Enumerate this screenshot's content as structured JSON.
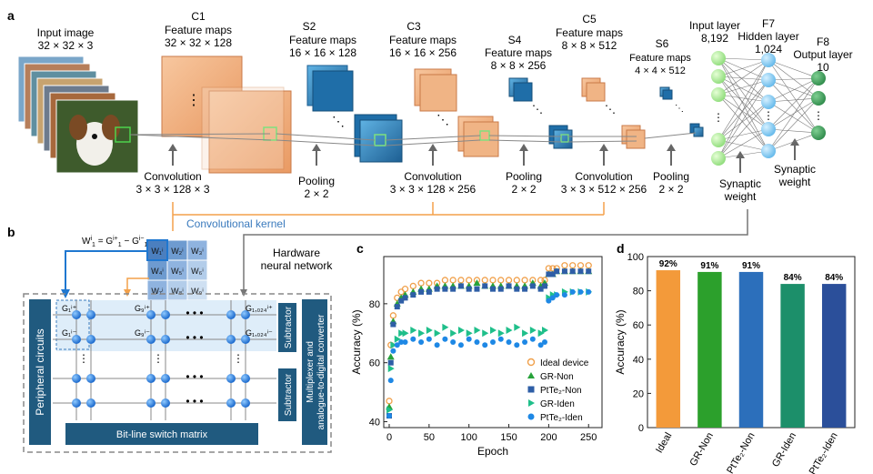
{
  "panel_labels": {
    "a": "a",
    "b": "b",
    "c": "c",
    "d": "d"
  },
  "panel_a": {
    "input": {
      "title": "Input image",
      "dims": "32 × 32 × 3"
    },
    "c1": {
      "name": "C1",
      "title": "Feature maps",
      "dims": "32 × 32 × 128"
    },
    "s2": {
      "name": "S2",
      "title": "Feature maps",
      "dims": "16 × 16 × 128"
    },
    "c3": {
      "name": "C3",
      "title": "Feature maps",
      "dims": "16 × 16 × 256"
    },
    "s4": {
      "name": "S4",
      "title": "Feature maps",
      "dims": "8 × 8 × 256"
    },
    "c5": {
      "name": "C5",
      "title": "Feature maps",
      "dims": "8 × 8 × 512"
    },
    "s6": {
      "name": "S6",
      "title": "Feature maps",
      "dims": "4 × 4 × 512"
    },
    "input_layer": {
      "title": "Input layer",
      "dims": "8,192"
    },
    "f7": {
      "name": "F7",
      "title": "Hidden layer",
      "dims": "1,024"
    },
    "f8": {
      "name": "F8",
      "title": "Output layer",
      "dims": "10"
    },
    "ops": [
      {
        "name": "Convolution",
        "dims": "3 × 3 × 128 × 3"
      },
      {
        "name": "Pooling",
        "dims": "2 × 2"
      },
      {
        "name": "Convolution",
        "dims": "3 × 3 × 128 × 256"
      },
      {
        "name": "Pooling",
        "dims": "2 × 2"
      },
      {
        "name": "Convolution",
        "dims": "3 × 3 × 512 × 256"
      },
      {
        "name": "Pooling",
        "dims": "2 × 2"
      }
    ],
    "synaptic_weight_1": "Synaptic\nweight",
    "synaptic_weight_2": "Synaptic\nweight",
    "conv_kernel": "Convolutional kernel"
  },
  "panel_b": {
    "formula_main": "W",
    "hardware": "Hardware\nneural network",
    "peripheral": "Peripheral circuits",
    "subtractor": "Subtractor",
    "mux": "Multiplexer and\nanalogue-to-digital converter",
    "bitline": "Bit-line switch matrix",
    "kernel_cells": [
      "W₁ⁱ",
      "W₂ⁱ",
      "W₃ⁱ",
      "W₄ⁱ",
      "W₅ⁱ",
      "W₆ⁱ",
      "W₇ⁱ",
      "W₈ⁱ",
      "W₉ⁱ"
    ],
    "g_labels": [
      "G₁ⁱ⁺",
      "G₁ⁱ⁻",
      "G₉ⁱ⁺",
      "G₉ⁱ⁻",
      "G₁,₀₂₄ⁱ⁺",
      "G₁,₀₂₄ⁱ⁻"
    ]
  },
  "colors": {
    "orange": "#f4a14a",
    "blue_dark": "#1d4f7a",
    "blue": "#1f77d0",
    "green_ideal": "#f0a04b",
    "gr_non": "#27a23a",
    "pt_non": "#2e5ea6",
    "gr_iden": "#1d8f6e",
    "pt_iden": "#2a3f8c",
    "kernel_label": "#3a7abd",
    "teal_dark": "#205a7f"
  },
  "chart_data": [
    {
      "type": "scatter",
      "panel": "c",
      "xlabel": "Epoch",
      "ylabel": "Accuracy (%)",
      "xlim": [
        0,
        260
      ],
      "ylim": [
        38,
        96
      ],
      "xticks": [
        0,
        50,
        100,
        150,
        200,
        250
      ],
      "yticks": [
        40,
        60,
        80
      ],
      "legend_position": "bottom-right",
      "series": [
        {
          "name": "Ideal device",
          "marker": "circle-open",
          "color": "#f0a04b",
          "x": [
            0,
            2,
            5,
            10,
            15,
            20,
            30,
            40,
            50,
            60,
            70,
            80,
            90,
            100,
            110,
            120,
            130,
            140,
            150,
            160,
            170,
            180,
            190,
            195,
            200,
            205,
            210,
            220,
            230,
            240,
            250
          ],
          "y": [
            47,
            66,
            76,
            82,
            84,
            85,
            86,
            87,
            87,
            87,
            88,
            88,
            88,
            88,
            88,
            88,
            88,
            88,
            88,
            88,
            88,
            88,
            88,
            88,
            92,
            92,
            92,
            93,
            93,
            93,
            93
          ]
        },
        {
          "name": "GR-Non",
          "marker": "triangle",
          "color": "#27a23a",
          "x": [
            0,
            2,
            5,
            10,
            15,
            20,
            30,
            40,
            50,
            60,
            70,
            80,
            90,
            100,
            110,
            120,
            130,
            140,
            150,
            160,
            170,
            180,
            190,
            195,
            200,
            205,
            210,
            220,
            230,
            240,
            250
          ],
          "y": [
            45,
            62,
            74,
            80,
            82,
            83,
            84,
            85,
            85,
            86,
            86,
            86,
            86,
            86,
            87,
            86,
            86,
            86,
            86,
            86,
            86,
            87,
            86,
            87,
            90,
            90,
            91,
            91,
            91,
            91,
            91
          ]
        },
        {
          "name": "PtTe₂-Non",
          "marker": "square",
          "color": "#2e5ea6",
          "x": [
            0,
            2,
            5,
            10,
            15,
            20,
            30,
            40,
            50,
            60,
            70,
            80,
            90,
            100,
            110,
            120,
            130,
            140,
            150,
            160,
            170,
            180,
            190,
            195,
            200,
            205,
            210,
            220,
            230,
            240,
            250
          ],
          "y": [
            42,
            60,
            73,
            79,
            81,
            82,
            83,
            84,
            84,
            85,
            85,
            85,
            86,
            85,
            85,
            86,
            85,
            85,
            86,
            85,
            85,
            86,
            85,
            86,
            90,
            90,
            91,
            91,
            91,
            91,
            91
          ]
        },
        {
          "name": "GR-Iden",
          "marker": "triangle-right",
          "color": "#1fbf8a",
          "x": [
            0,
            2,
            5,
            10,
            15,
            20,
            30,
            40,
            50,
            60,
            70,
            80,
            90,
            100,
            110,
            120,
            130,
            140,
            150,
            160,
            170,
            180,
            190,
            195,
            200,
            205,
            210,
            220,
            230,
            240,
            250
          ],
          "y": [
            44,
            58,
            66,
            68,
            70,
            70,
            71,
            70,
            71,
            70,
            72,
            70,
            71,
            70,
            71,
            70,
            71,
            70,
            71,
            72,
            70,
            71,
            70,
            71,
            82,
            83,
            83,
            84,
            84,
            84,
            84
          ]
        },
        {
          "name": "PtTe₂-Iden",
          "marker": "circle",
          "color": "#1e88e5",
          "x": [
            0,
            2,
            5,
            10,
            15,
            20,
            30,
            40,
            50,
            60,
            70,
            80,
            90,
            100,
            110,
            120,
            130,
            140,
            150,
            160,
            170,
            180,
            190,
            195,
            200,
            205,
            210,
            220,
            230,
            240,
            250
          ],
          "y": [
            42,
            54,
            64,
            66,
            67,
            67,
            68,
            67,
            68,
            66,
            68,
            67,
            66,
            68,
            67,
            66,
            67,
            68,
            67,
            66,
            67,
            68,
            66,
            67,
            81,
            82,
            83,
            83,
            84,
            84,
            84
          ]
        }
      ]
    },
    {
      "type": "bar",
      "panel": "d",
      "ylabel": "Accuracy (%)",
      "ylim": [
        0,
        100
      ],
      "yticks": [
        0,
        20,
        40,
        60,
        80,
        100
      ],
      "categories": [
        "Ideal",
        "GR-Non",
        "PtTe₂-Non",
        "GR-Iden",
        "PtTe₂-Iden"
      ],
      "values": [
        92,
        91,
        91,
        84,
        84
      ],
      "labels": [
        "92%",
        "91%",
        "91%",
        "84%",
        "84%"
      ],
      "colors": [
        "#f39a3a",
        "#2ca02c",
        "#2c6fbb",
        "#1c8f6a",
        "#2b4f9a"
      ]
    }
  ]
}
